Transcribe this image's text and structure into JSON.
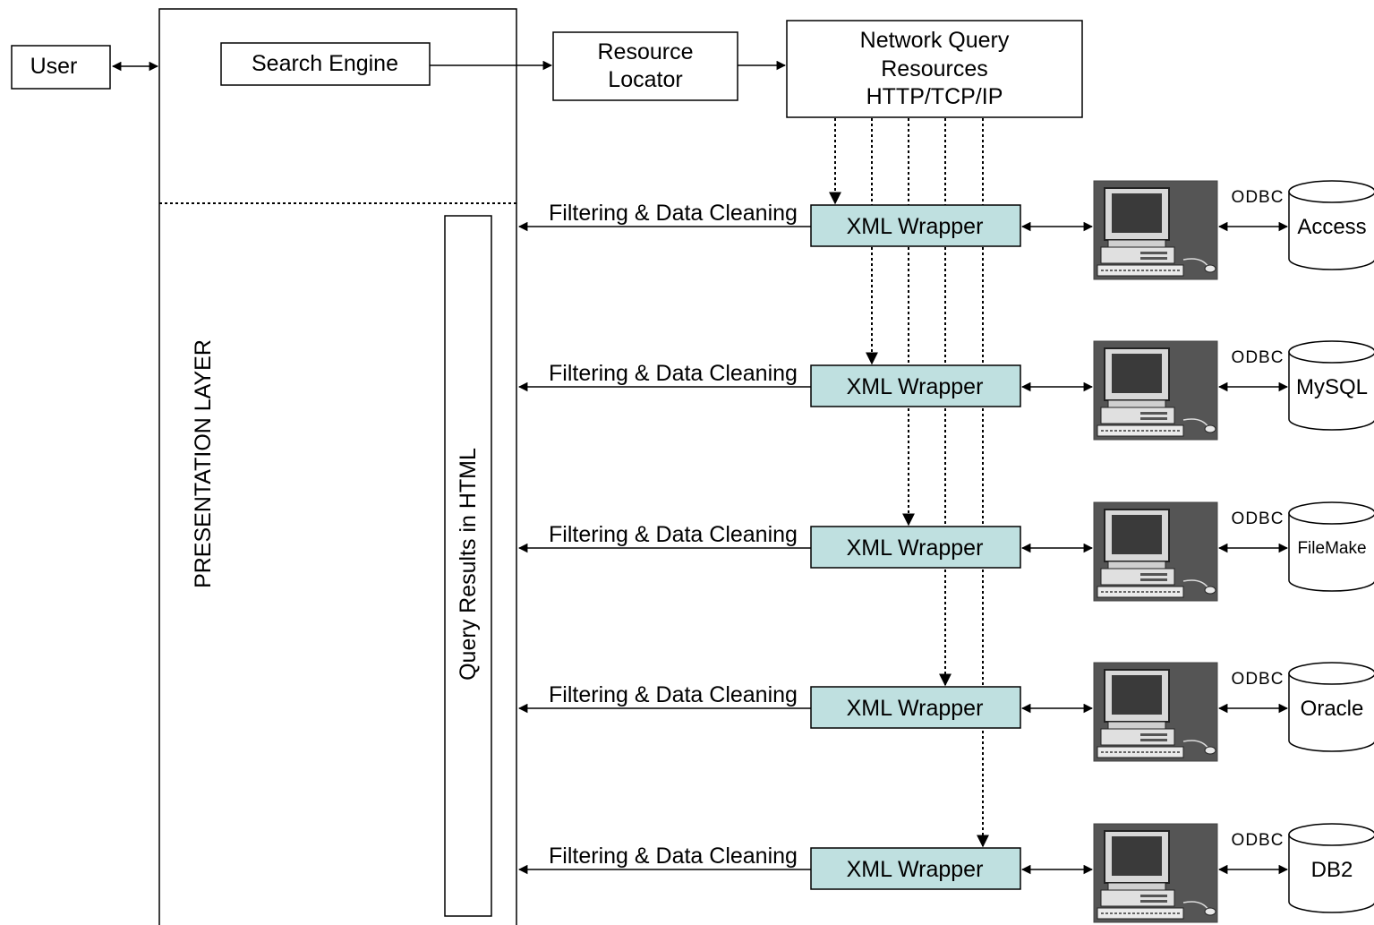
{
  "user": "User",
  "search_engine": "Search Engine",
  "resource_locator": [
    "Resource",
    "Locator"
  ],
  "network_query": [
    "Network Query",
    "Resources",
    "HTTP/TCP/IP"
  ],
  "presentation_layer": "PRESENTATION LAYER",
  "query_results": "Query Results in HTML",
  "rows": [
    {
      "filter": "Filtering & Data Cleaning",
      "wrapper": "XML Wrapper",
      "odbc": "ODBC",
      "db": "Access"
    },
    {
      "filter": "Filtering & Data Cleaning",
      "wrapper": "XML Wrapper",
      "odbc": "ODBC",
      "db": "MySQL"
    },
    {
      "filter": "Filtering & Data Cleaning",
      "wrapper": "XML Wrapper",
      "odbc": "ODBC",
      "db": "FileMake"
    },
    {
      "filter": "Filtering & Data Cleaning",
      "wrapper": "XML Wrapper",
      "odbc": "ODBC",
      "db": "Oracle"
    },
    {
      "filter": "Filtering & Data Cleaning",
      "wrapper": "XML Wrapper",
      "odbc": "ODBC",
      "db": "DB2"
    }
  ],
  "colors": {
    "wrapper_fill": "#bfe0e0",
    "line": "#000000"
  }
}
